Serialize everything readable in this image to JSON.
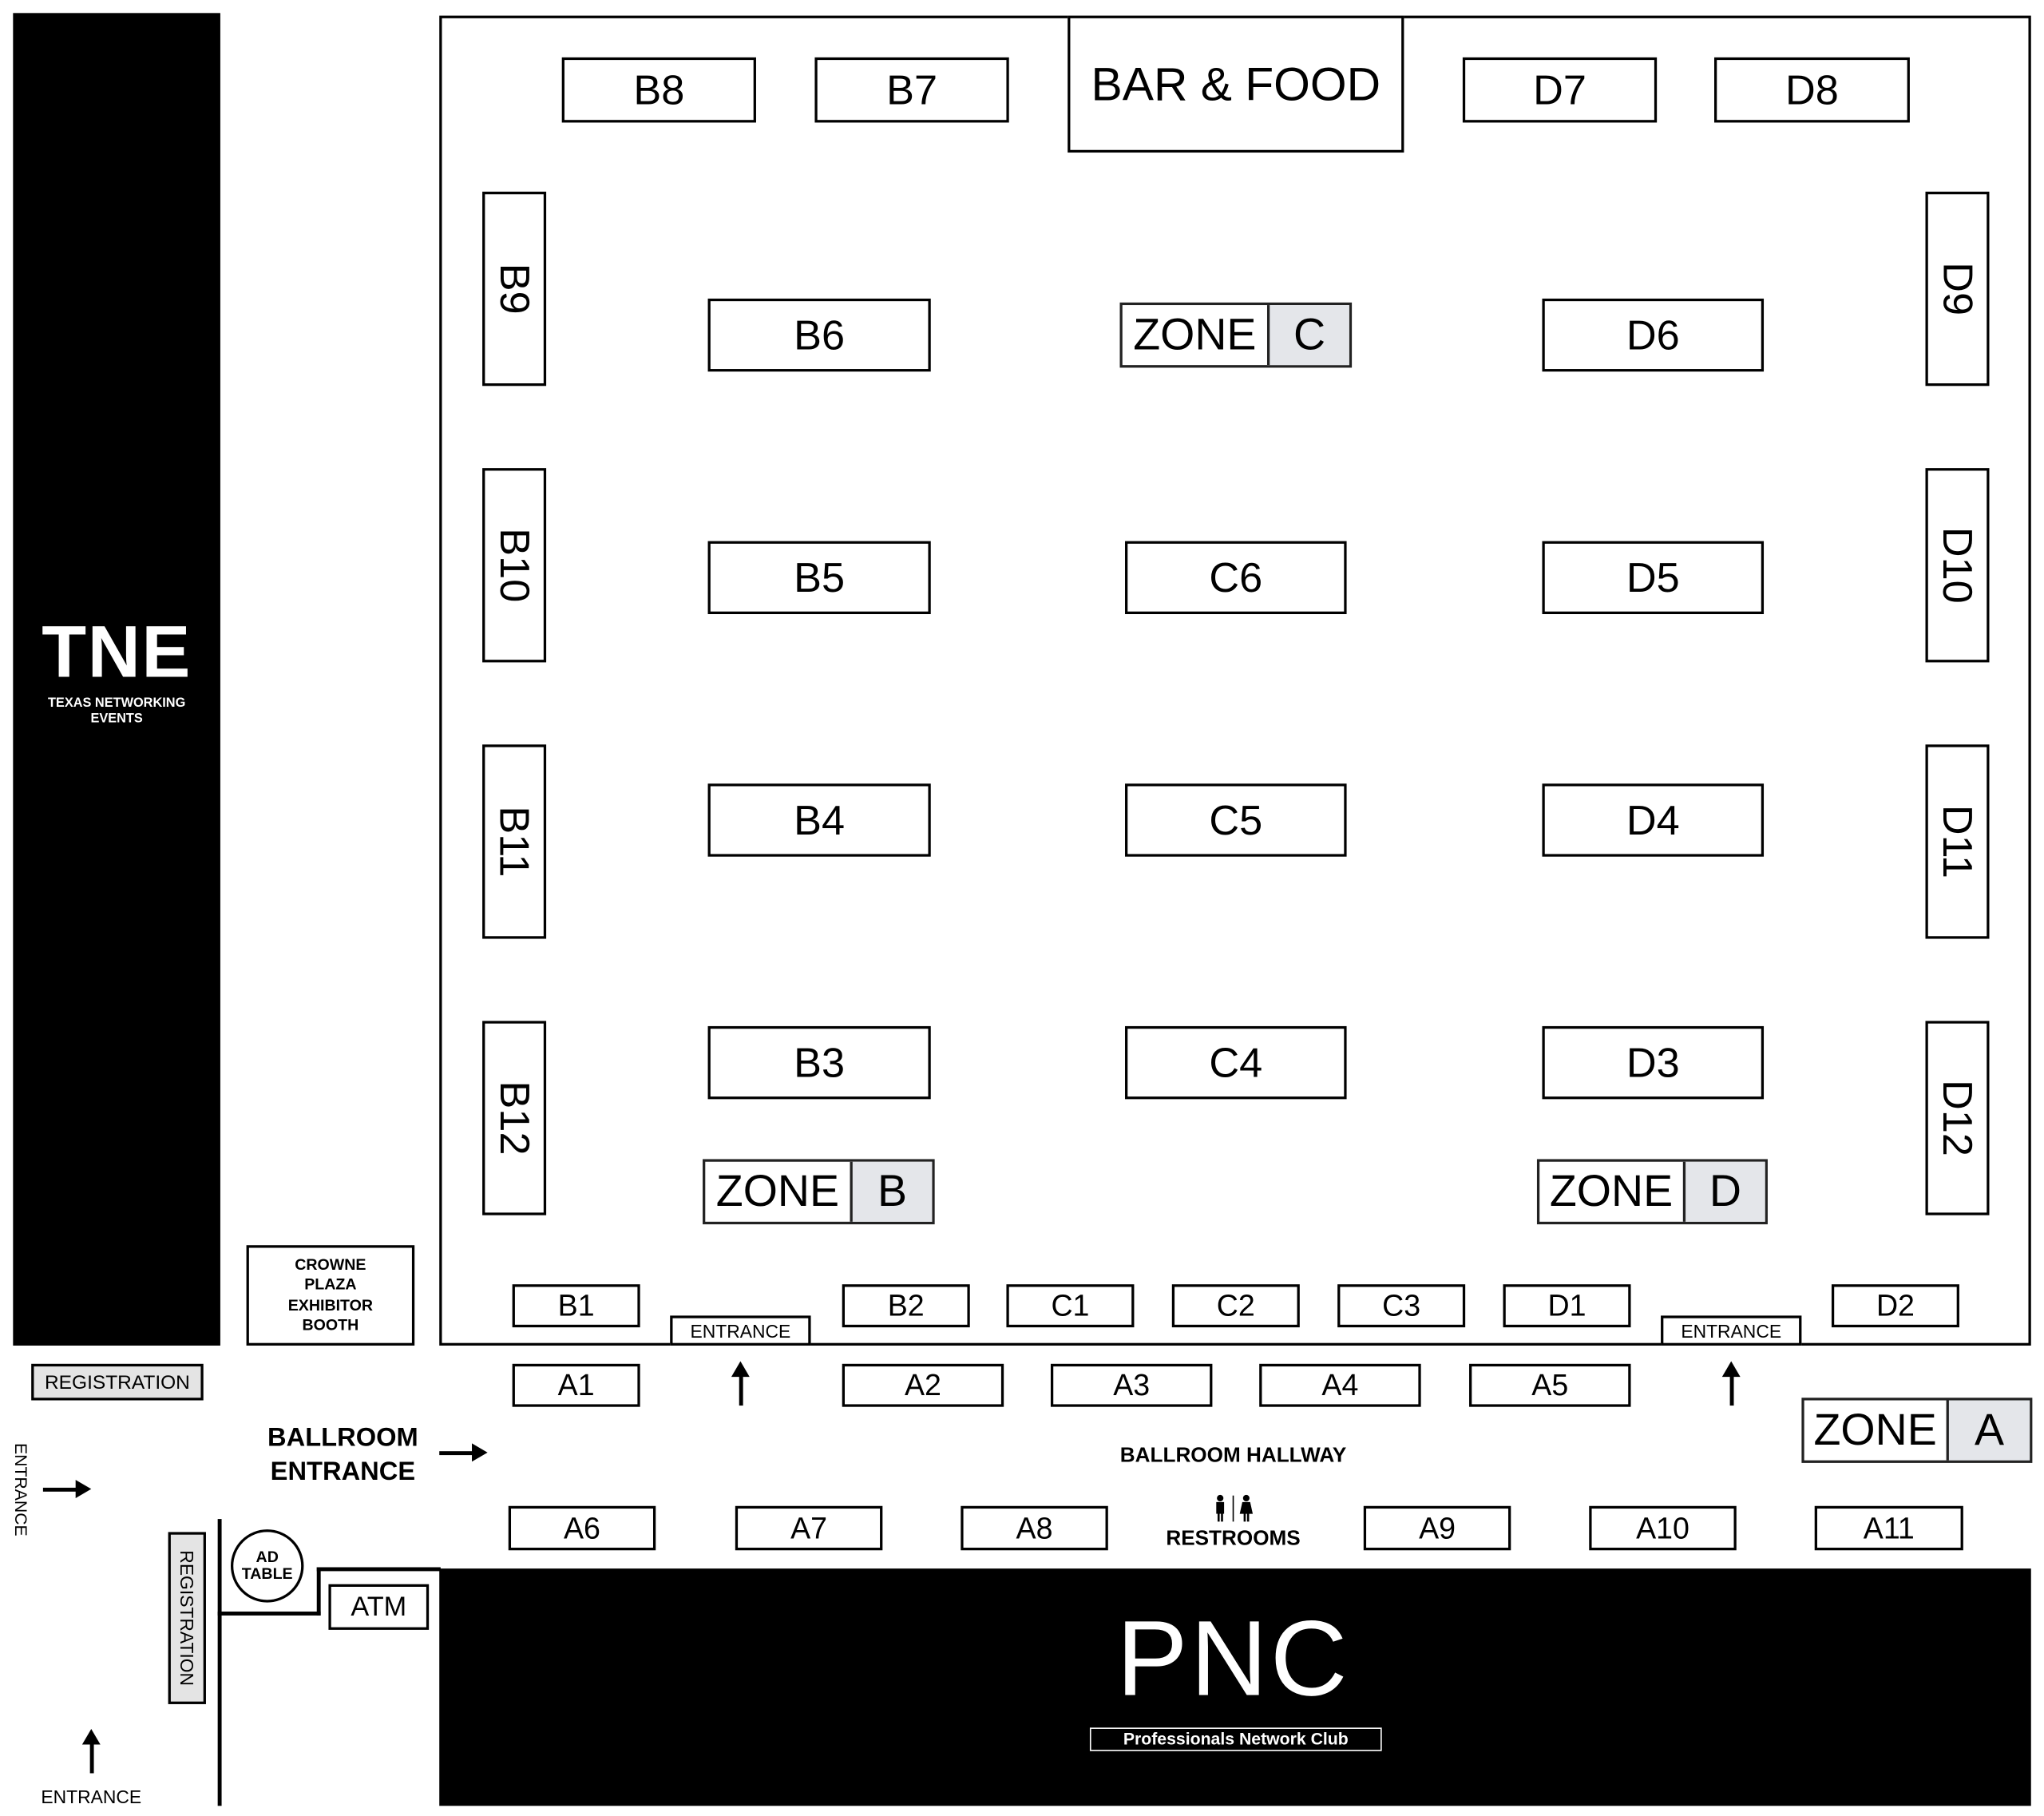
{
  "logos": {
    "tne": {
      "mark": "TNE",
      "subtitle": "TEXAS NETWORKING EVENTS"
    },
    "pnc": {
      "mark": "PNC",
      "subtitle": "Professionals Network Club"
    }
  },
  "bar_food": "BAR & FOOD",
  "booths": {
    "B1": "B1",
    "B2": "B2",
    "B3": "B3",
    "B4": "B4",
    "B5": "B5",
    "B6": "B6",
    "B7": "B7",
    "B8": "B8",
    "B9": "B9",
    "B10": "B10",
    "B11": "B11",
    "B12": "B12",
    "C1": "C1",
    "C2": "C2",
    "C3": "C3",
    "C4": "C4",
    "C5": "C5",
    "C6": "C6",
    "D1": "D1",
    "D2": "D2",
    "D3": "D3",
    "D4": "D4",
    "D5": "D5",
    "D6": "D6",
    "D7": "D7",
    "D8": "D8",
    "D9": "D9",
    "D10": "D10",
    "D11": "D11",
    "D12": "D12",
    "A1": "A1",
    "A2": "A2",
    "A3": "A3",
    "A4": "A4",
    "A5": "A5",
    "A6": "A6",
    "A7": "A7",
    "A8": "A8",
    "A9": "A9",
    "A10": "A10",
    "A11": "A11"
  },
  "zones": {
    "word": "ZONE",
    "a": "A",
    "b": "B",
    "c": "C",
    "d": "D",
    "highlight_color": "#e4e6ea"
  },
  "labels": {
    "entrance": "ENTRANCE",
    "registration": "REGISTRATION",
    "crowne_plaza": [
      "CROWNE",
      "PLAZA",
      "EXHIBITOR",
      "BOOTH"
    ],
    "ballroom_entrance": [
      "BALLROOM",
      "ENTRANCE"
    ],
    "ballroom_hallway": "BALLROOM HALLWAY",
    "restrooms": "RESTROOMS",
    "ad_table": [
      "AD",
      "TABLE"
    ],
    "atm": "ATM"
  }
}
